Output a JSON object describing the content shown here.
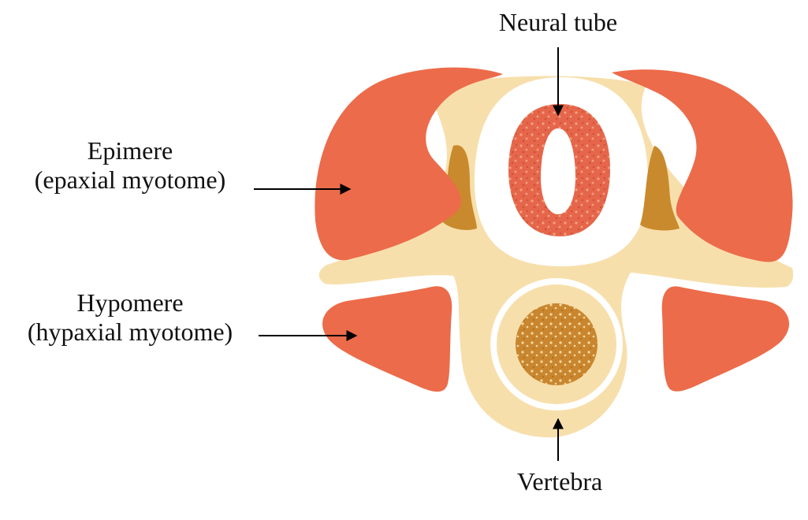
{
  "labels": {
    "neural_tube": "Neural tube",
    "epimere_line1": "Epimere",
    "epimere_line2": "(epaxial myotome)",
    "hypomere_line1": "Hypomere",
    "hypomere_line2": "(hypaxial myotome)",
    "vertebra": "Vertebra"
  },
  "colors": {
    "muscle": "#EC6B4A",
    "sclerotome": "#F7DFAC",
    "neural_tube": "#E5664A",
    "notochord": "#C9862E",
    "sclerotome_dark": "#C98A2D",
    "arrow": "#000000"
  }
}
